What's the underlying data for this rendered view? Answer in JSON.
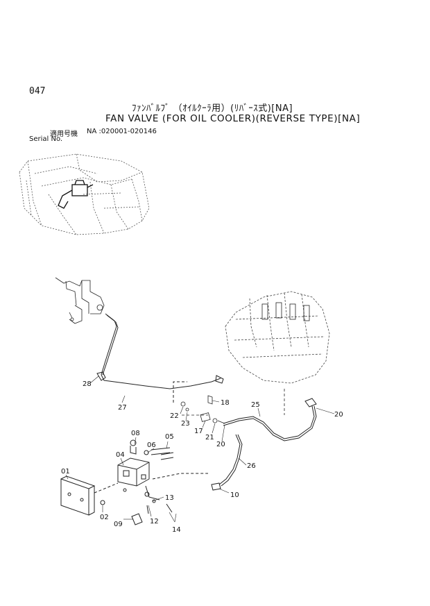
{
  "header": {
    "page_number": "047",
    "title_jp": "ﾌｧﾝﾊﾞﾙﾌﾞ （ｵｲﾙｸｰﾗ用）(ﾘﾊﾞｰｽ式)[NA]",
    "title_en": "FAN VALVE (FOR OIL COOLER)(REVERSE TYPE)[NA]",
    "serial_label_jp": "適用号機",
    "serial_range": "NA :020001-020146",
    "serial_label_en": "Serial No."
  },
  "callouts": {
    "c01": "01",
    "c02": "02",
    "c04": "04",
    "c05": "05",
    "c06": "06",
    "c08": "08",
    "c09": "09",
    "c10": "10",
    "c12": "12",
    "c13": "13",
    "c14": "14",
    "c17": "17",
    "c18": "18",
    "c20a": "20",
    "c20b": "20",
    "c21": "21",
    "c22": "22",
    "c23": "23",
    "c25": "25",
    "c26": "26",
    "c27": "27",
    "c28": "28"
  }
}
